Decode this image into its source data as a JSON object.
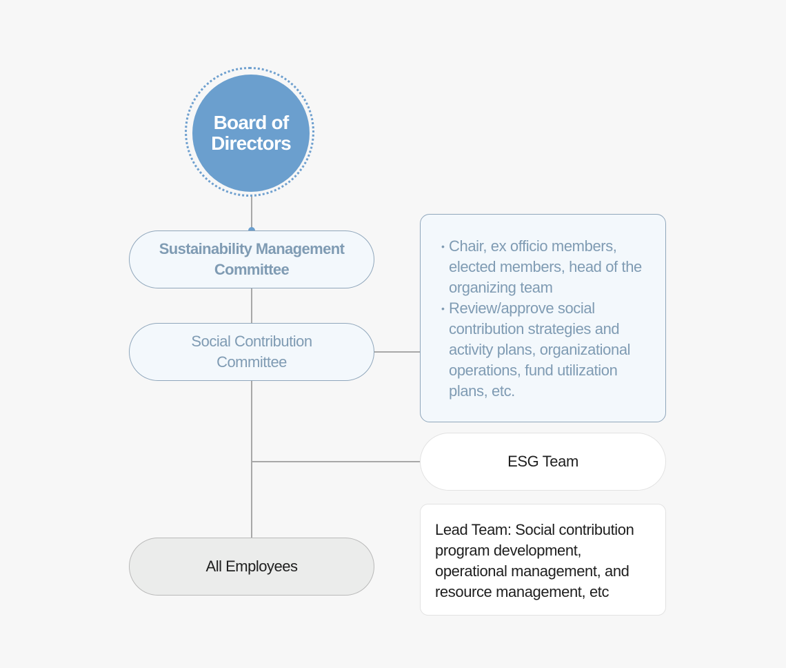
{
  "board": {
    "label": "Board of Directors"
  },
  "sustainability_committee": {
    "label": "Sustainability Management Committee"
  },
  "social_contribution_committee": {
    "label": "Social Contribution Committee"
  },
  "committee_details": {
    "items": [
      "Chair, ex officio members, elected members, head of the organizing team",
      "Review/approve social contribution strategies and activity plans, organizational operations, fund utilization plans, etc."
    ]
  },
  "esg_team": {
    "label": "ESG Team"
  },
  "lead_team": {
    "label": "Lead Team: Social contribution program development, operational management, and resource management, etc"
  },
  "all_employees": {
    "label": "All Employees"
  },
  "colors": {
    "board_fill": "#6b9fce",
    "committee_text": "#7f9bb3",
    "committee_fill": "#f3f8fc",
    "connector": "#a8a8a8"
  }
}
